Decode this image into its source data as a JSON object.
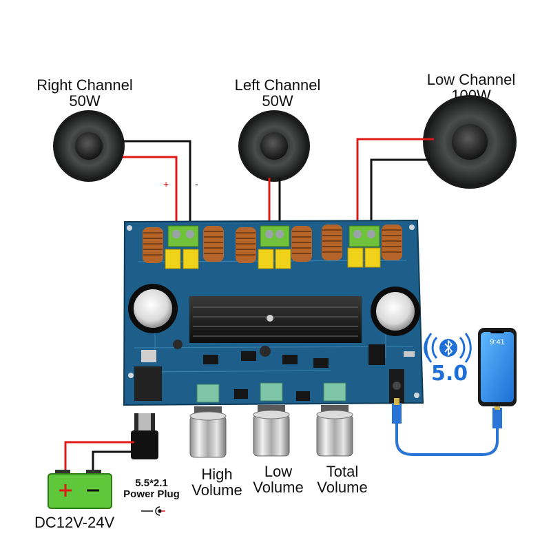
{
  "labels": {
    "right_channel": {
      "name": "Right Channel",
      "power": "50W"
    },
    "left_channel": {
      "name": "Left Channel",
      "power": "50W"
    },
    "low_channel": {
      "name": "Low Channel",
      "power": "100W"
    },
    "high_volume": [
      "High",
      "Volume"
    ],
    "low_volume": [
      "Low",
      "Volume"
    ],
    "total_volume": [
      "Total",
      "Volume"
    ],
    "power_plug": [
      "5.5*2.1",
      "Power Plug"
    ],
    "dc_input": "DC12V-24V",
    "bluetooth_version": "5.0",
    "phone_time": "9:41",
    "terminal_plus": "+",
    "terminal_minus": "-"
  },
  "colors": {
    "board": "#1d5f8a",
    "wire_red": "#e01818",
    "wire_black": "#111111",
    "cable_blue": "#2a74d6",
    "battery": "#5ec83a",
    "bluetooth": "#1f6fd8"
  },
  "icons": [
    "speaker-icon",
    "bluetooth-icon",
    "smartphone-icon",
    "battery-icon",
    "knob-icon",
    "dc-jack-icon",
    "aux-plug-icon",
    "heatsink-icon",
    "capacitor-icon",
    "inductor-coil-icon"
  ]
}
